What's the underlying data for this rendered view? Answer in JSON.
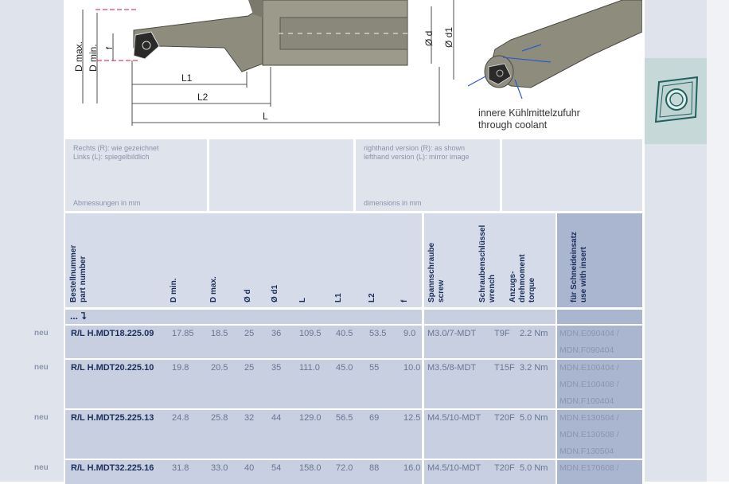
{
  "drawing": {
    "dim_dmax": "D max.",
    "dim_dmin": "D min.",
    "dim_f": "f",
    "dim_l1": "L1",
    "dim_l2": "L2",
    "dim_l": "L",
    "dim_d": "Ø d",
    "dim_d1": "Ø d1",
    "coolant_de": "innere Kühlmittelzufuhr",
    "coolant_en": "through coolant"
  },
  "notes": {
    "left_line1": "Rechts (R): wie gezeichnet",
    "left_line2": "Links (L): spiegelbildlich",
    "left_dims": "Abmessungen in mm",
    "right_line1": "righthand version (R): as shown",
    "right_line2": "lefthand version (L): mirror image",
    "right_dims": "dimensions in mm"
  },
  "table": {
    "headers": {
      "part": "Bestellnummer\npart number",
      "part_de": "Bestellnummer",
      "part_en": "part number",
      "dmin": "D min.",
      "dmax": "D max.",
      "d": "Ø d",
      "d1": "Ø d1",
      "l": "L",
      "l1": "L1",
      "l2": "L2",
      "f": "f",
      "screw_de": "Spannschraube",
      "screw_en": "screw",
      "wrench_de": "Schraubenschlüssel",
      "wrench_en": "wrench",
      "torque_de1": "Anzugs-",
      "torque_de2": "drehmoment",
      "torque_en": "torque",
      "insert_de": "für Schneideinsatz",
      "insert_en": "use with insert"
    },
    "marker": "... ⮧",
    "rows": [
      {
        "tag": "neu",
        "part": "R/L H.MDT18.225.09",
        "dmin": "17.85",
        "dmax": "18.5",
        "d": "25",
        "d1": "36",
        "l": "109.5",
        "l1": "40.5",
        "l2": "53.5",
        "f": "9.0",
        "screw": "M3.0/7-MDT",
        "wrench": "T9F",
        "torque": "2.2 Nm",
        "inserts": [
          "MDN.E090404 /",
          "MDN.F090404"
        ]
      },
      {
        "tag": "neu",
        "part": "R/L H.MDT20.225.10",
        "dmin": "19.8",
        "dmax": "20.5",
        "d": "25",
        "d1": "35",
        "l": "111.0",
        "l1": "45.0",
        "l2": "55",
        "f": "10.0",
        "screw": "M3.5/8-MDT",
        "wrench": "T15F",
        "torque": "3.2 Nm",
        "inserts": [
          "MDN.E100404 /",
          "MDN.E100408 /",
          "MDN.F100404"
        ]
      },
      {
        "tag": "neu",
        "part": "R/L H.MDT25.225.13",
        "dmin": "24.8",
        "dmax": "25.8",
        "d": "32",
        "d1": "44",
        "l": "129.0",
        "l1": "56.5",
        "l2": "69",
        "f": "12.5",
        "screw": "M4.5/10-MDT",
        "wrench": "T20F",
        "torque": "5.0 Nm",
        "inserts": [
          "MDN.E130504 /",
          "MDN.E130508 /",
          "MDN.F130504"
        ]
      },
      {
        "tag": "neu",
        "part": "R/L H.MDT32.225.16",
        "dmin": "31.8",
        "dmax": "33.0",
        "d": "40",
        "d1": "54",
        "l": "158.0",
        "l1": "72.0",
        "l2": "88",
        "f": "16.0",
        "screw": "M4.5/10-MDT",
        "wrench": "T20F",
        "torque": "5.0 Nm",
        "inserts": [
          "MDN.E170608 /"
        ]
      }
    ]
  },
  "colors": {
    "header_bg": "#d5dbe8",
    "row_bg": "#c7cfe0",
    "insert_col_bg": "#aab5d0",
    "heading_text": "#1c2f5a",
    "teal_box": "#c7d8d8"
  }
}
